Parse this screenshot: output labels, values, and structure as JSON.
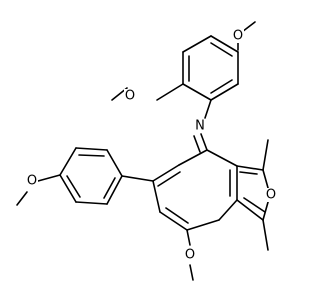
{
  "diagram": {
    "atom_labels": {
      "methoxy_o_top": "O",
      "methoxy_o_left": "O",
      "imine_n": "N",
      "ethoxy_o": "O",
      "furan_o": "O",
      "methoxy_o_bottom": "O"
    }
  }
}
